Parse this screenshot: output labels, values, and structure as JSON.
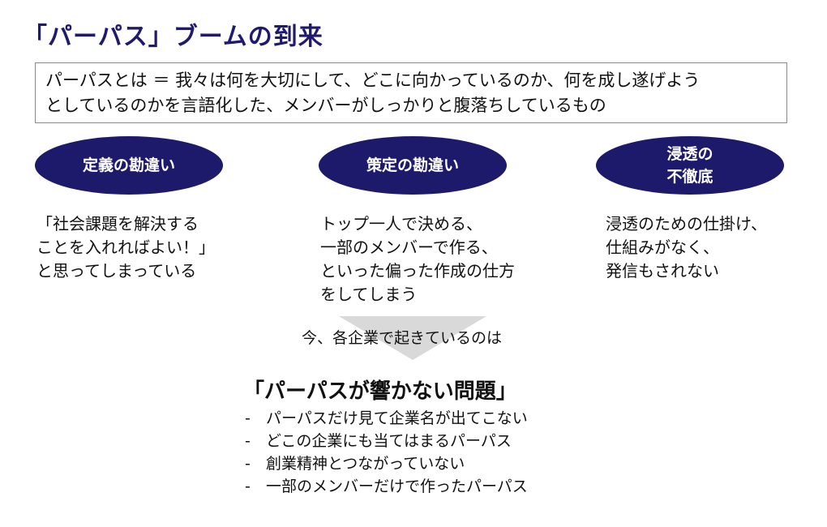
{
  "title": "「パーパス」ブームの到来",
  "definition": {
    "line1": "パーパスとは ＝ 我々は何を大切にして、どこに向かっているのか、何を成し遂げよう",
    "line2": "としているのかを言語化した、メンバーがしっかりと腹落ちしているもの"
  },
  "misconceptions": [
    {
      "label": "定義の勘違い",
      "lines": [
        "「社会課題を解決する",
        "ことを入れればよい！」",
        "と思ってしまっている"
      ]
    },
    {
      "label": "策定の勘違い",
      "lines": [
        "トップ一人で決める、",
        "一部のメンバーで作る、",
        "といった偏った作成の仕方",
        "をしてしまう"
      ]
    },
    {
      "label_lines": [
        "浸透の",
        "不徹底"
      ],
      "lines": [
        "浸透のための仕掛け、",
        "仕組みがなく、",
        "発信もされない"
      ]
    }
  ],
  "transition_text": "今、各企業で起きているのは",
  "problem": {
    "title": "「パーパスが響かない問題」",
    "bullet": "-",
    "items": [
      "パーパスだけ見て企業名が出てこない",
      "どこの企業にも当てはまるパーパス",
      "創業精神とつながっていない",
      "一部のメンバーだけで作ったパーパス"
    ]
  },
  "colors": {
    "title": "#1f1a6e",
    "oval_fill": "#1e1a6b",
    "arrow_fill": "#d9d9d9",
    "box_border": "#8a8a8a"
  }
}
